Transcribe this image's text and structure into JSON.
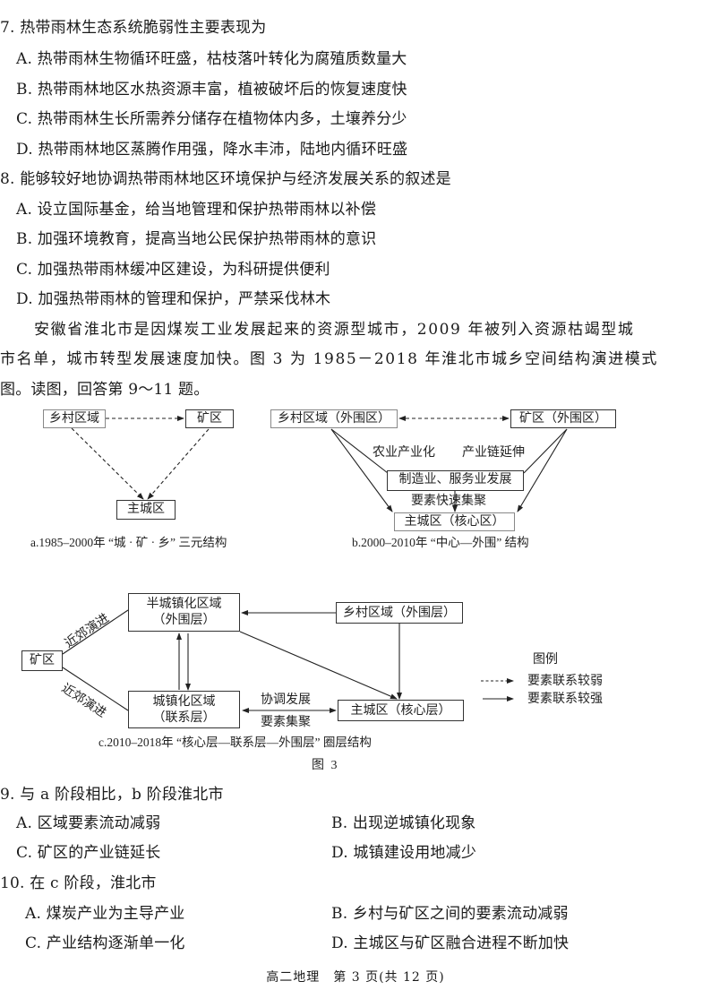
{
  "q7": {
    "stem": "7. 热带雨林生态系统脆弱性主要表现为",
    "options": [
      "A. 热带雨林生物循环旺盛，枯枝落叶转化为腐殖质数量大",
      "B. 热带雨林地区水热资源丰富，植被破坏后的恢复速度快",
      "C. 热带雨林生长所需养分储存在植物体内多，土壤养分少",
      "D. 热带雨林地区蒸腾作用强，降水丰沛，陆地内循环旺盛"
    ]
  },
  "q8": {
    "stem": "8. 能够较好地协调热带雨林地区环境保护与经济发展关系的叙述是",
    "options": [
      "A. 设立国际基金，给当地管理和保护热带雨林以补偿",
      "B. 加强环境教育，提高当地公民保护热带雨林的意识",
      "C. 加强热带雨林缓冲区建设，为科研提供便利",
      "D. 加强热带雨林的管理和保护，严禁采伐林木"
    ]
  },
  "intro": {
    "lines": [
      "安徽省淮北市是因煤炭工业发展起来的资源型城市，2009 年被列入资源枯竭型城",
      "市名单，城市转型发展速度加快。图 3 为 1985－2018 年淮北市城乡空间结构演进模式",
      "图。读图，回答第 9～11 题。"
    ]
  },
  "figure": {
    "a": {
      "rural": "乡村区域",
      "mine": "矿区",
      "city": "主城区",
      "caption": "a.1985–2000年 “城 · 矿 · 乡” 三元结构"
    },
    "b": {
      "rural": "乡村区域（外围区）",
      "mine": "矿区（外围区）",
      "label_left": "农业产业化",
      "label_right": "产业链延伸",
      "middle": "制造业、服务业发展",
      "gather": "要素快速集聚",
      "city": "主城区（核心区）",
      "caption": "b.2000–2010年 “中心—外围” 结构"
    },
    "c": {
      "mine": "矿区",
      "semi_line1": "半城镇化区域",
      "semi_line2": "（外围层）",
      "urban_line1": "城镇化区域",
      "urban_line2": "（联系层）",
      "rural": "乡村区域（外围层）",
      "city": "主城区（核心层）",
      "edge_upper": "近郊演进",
      "edge_lower": "近郊演进",
      "coord_top": "协调发展",
      "coord_bottom": "要素集聚",
      "caption": "c.2010–2018年 “核心层—联系层—外围层” 圈层结构"
    },
    "legend": {
      "title": "图例",
      "weak": "要素联系较弱",
      "strong": "要素联系较强"
    },
    "title": "图 3"
  },
  "q9": {
    "stem": "9. 与 a 阶段相比，b 阶段淮北市",
    "options": [
      "A. 区域要素流动减弱",
      "B. 出现逆城镇化现象",
      "C. 矿区的产业链延长",
      "D. 城镇建设用地减少"
    ]
  },
  "q10": {
    "stem": "10. 在 c 阶段，淮北市",
    "options": [
      "A. 煤炭产业为主导产业",
      "B. 乡村与矿区之间的要素流动减弱",
      "C. 产业结构逐渐单一化",
      "D. 主城区与矿区融合进程不断加快"
    ]
  },
  "footer": "高二地理　第 3 页(共 12 页)"
}
